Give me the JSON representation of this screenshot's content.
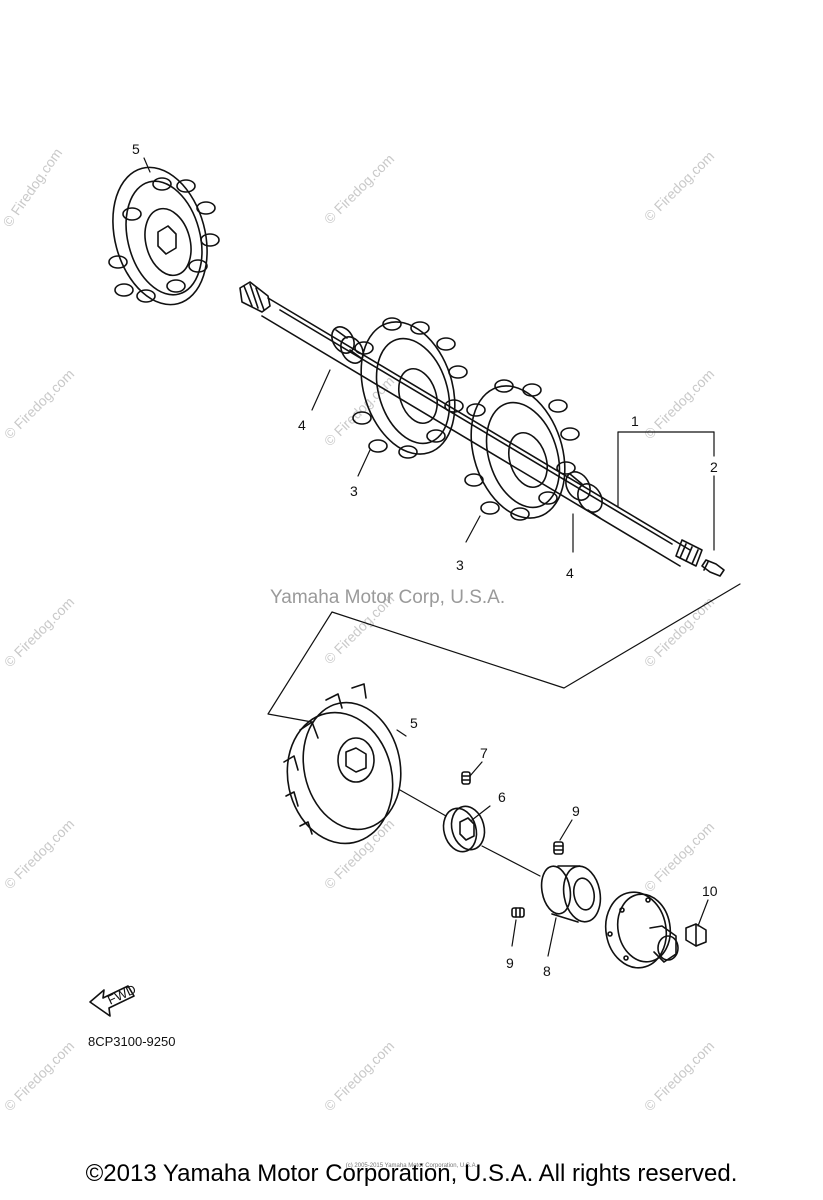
{
  "diagram": {
    "part_code": "8CP3100-9250",
    "center_watermark": "Yamaha Motor Corp, U.S.A.",
    "fwd_label": "FWD",
    "callouts": {
      "c1": "1",
      "c2": "2",
      "c3a": "3",
      "c3b": "3",
      "c4a": "4",
      "c4b": "4",
      "c5a": "5",
      "c5b": "5",
      "c6": "6",
      "c7": "7",
      "c8": "8",
      "c9a": "9",
      "c9b": "9",
      "c10": "10"
    }
  },
  "watermark": {
    "text": "© Firedog.com"
  },
  "footer": {
    "copyright": "©2013 Yamaha Motor Corporation, U.S.A. All rights reserved.",
    "tiny_copyright": "(c) 2005-2015 Yamaha Motor Corporation, U.S.A."
  }
}
